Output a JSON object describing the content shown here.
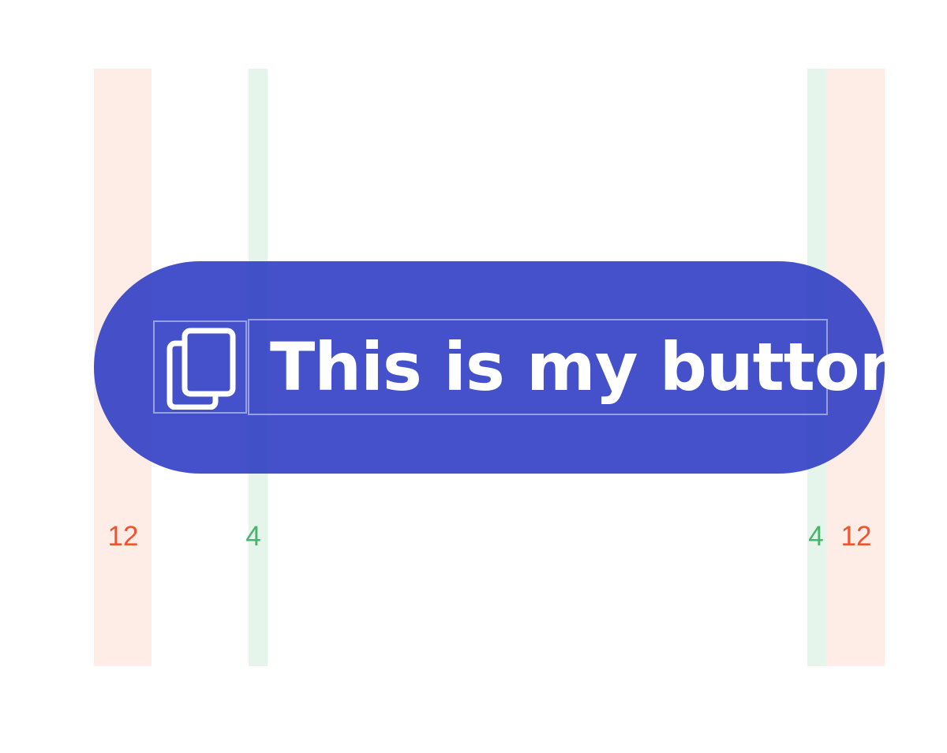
{
  "button": {
    "label": "This is my button",
    "icon": "copy-icon"
  },
  "annotations": {
    "padding_left": "12",
    "gap_left": "4",
    "gap_right": "4",
    "padding_right": "12"
  },
  "colors": {
    "button_fill": "#3b49c8",
    "padding_guide": "#fbe9e4",
    "gap_guide": "#e4f5ec",
    "padding_text": "#f0542d",
    "gap_text": "#49b46c"
  }
}
